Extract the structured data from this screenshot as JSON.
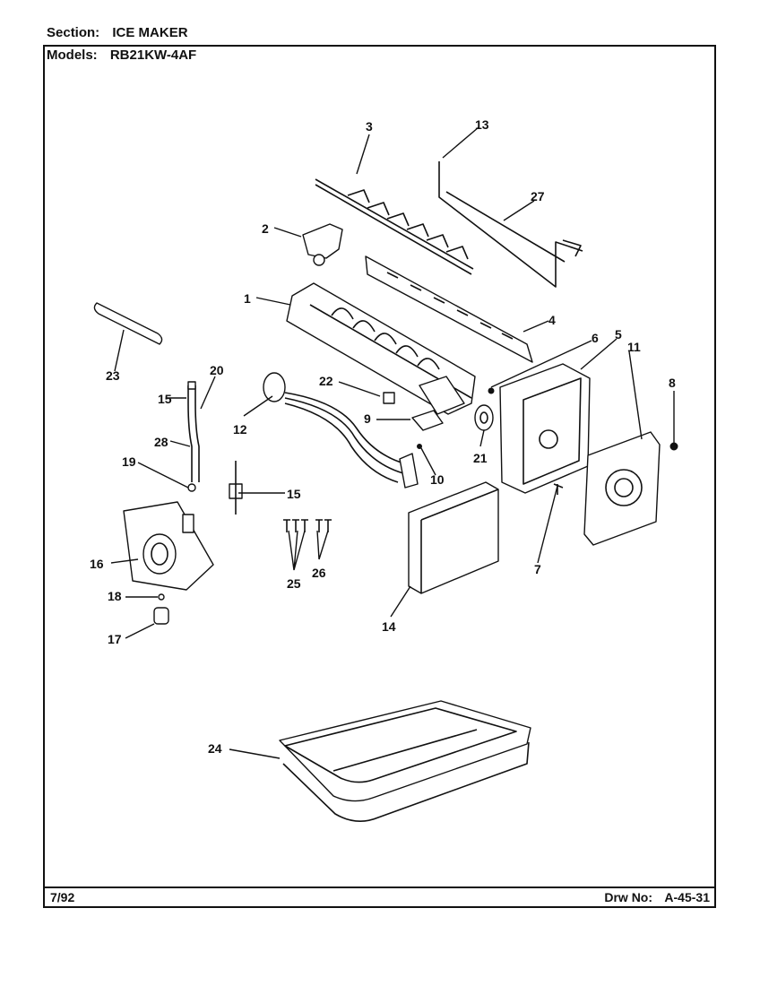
{
  "header": {
    "section_label": "Section:",
    "section_value": "ICE MAKER",
    "models_label": "Models:",
    "models_value": "RB21KW-4AF"
  },
  "footer": {
    "date": "7/92",
    "drawing_label": "Drw No:",
    "drawing_number": "A-45-31"
  },
  "callouts": {
    "c1": "1",
    "c2": "2",
    "c3": "3",
    "c4": "4",
    "c5": "5",
    "c6": "6",
    "c7": "7",
    "c8": "8",
    "c9": "9",
    "c10": "10",
    "c11": "11",
    "c12": "12",
    "c13": "13",
    "c14": "14",
    "c15a": "15",
    "c15b": "15",
    "c16": "16",
    "c17": "17",
    "c18": "18",
    "c19": "19",
    "c20": "20",
    "c21": "21",
    "c22": "22",
    "c23": "23",
    "c24": "24",
    "c25": "25",
    "c26": "26",
    "c27": "27",
    "c28": "28"
  }
}
